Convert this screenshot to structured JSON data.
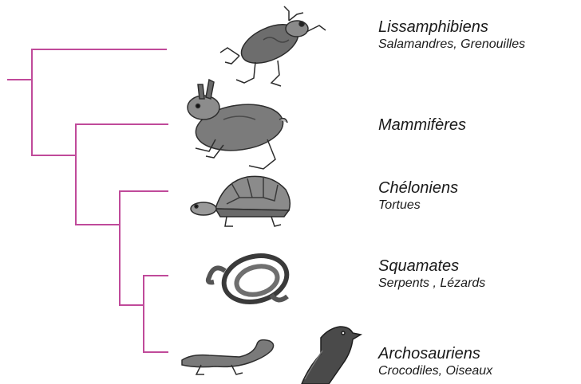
{
  "diagram": {
    "line_color": "#c04a9a",
    "taxa": [
      {
        "name": "Lissamphibiens",
        "common": "Salamandres, Grenouilles",
        "illustration": "frog-illustration"
      },
      {
        "name": "Mammifères",
        "common": "",
        "illustration": "hare-illustration"
      },
      {
        "name": "Chéloniens",
        "common": "Tortues",
        "illustration": "tortoise-illustration"
      },
      {
        "name": "Squamates",
        "common": "Serpents , Lézards",
        "illustration": "snake-illustration"
      },
      {
        "name": "Archosauriens",
        "common": "Crocodiles, Oiseaux",
        "illustration": "crocodile-and-crow-illustration"
      }
    ]
  }
}
